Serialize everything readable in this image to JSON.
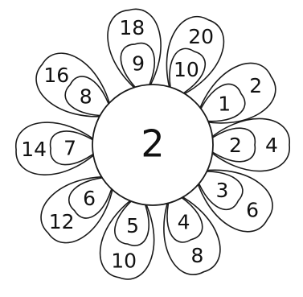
{
  "center": "2",
  "petals": [
    {
      "inner": "9",
      "outer": "18"
    },
    {
      "inner": "10",
      "outer": "20"
    },
    {
      "inner": "1",
      "outer": "2"
    },
    {
      "inner": "2",
      "outer": "4"
    },
    {
      "inner": "3",
      "outer": "6"
    },
    {
      "inner": "4",
      "outer": "8"
    },
    {
      "inner": "5",
      "outer": "10"
    },
    {
      "inner": "6",
      "outer": "12"
    },
    {
      "inner": "7",
      "outer": "14"
    },
    {
      "inner": "8",
      "outer": "16"
    }
  ]
}
